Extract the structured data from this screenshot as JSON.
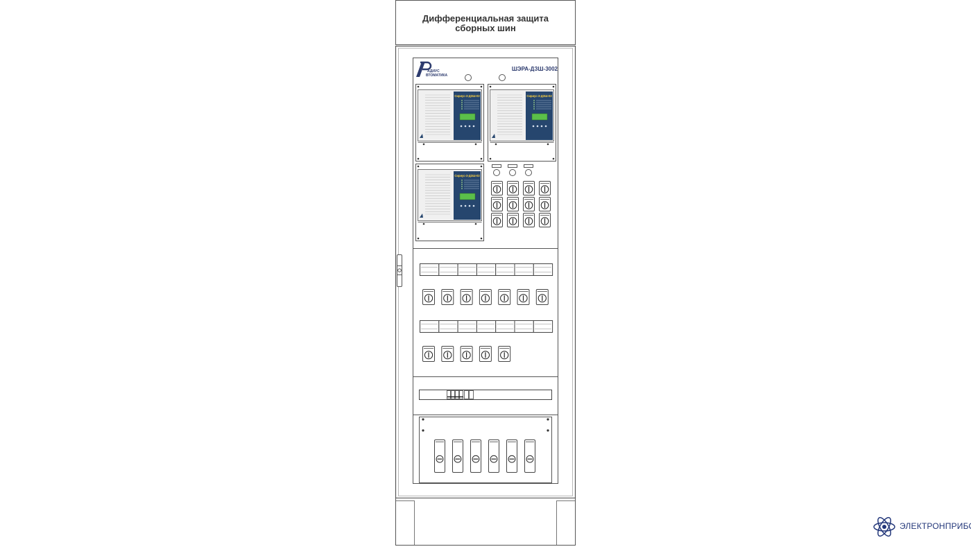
{
  "cabinet": {
    "title_line1": "Дифференциальная защита",
    "title_line2": "сборных шин",
    "model": "ШЭРА-ДЗШ-3002",
    "manufacturer_logo_lines": [
      "АДИУС",
      "ВТОМАТИКА"
    ]
  },
  "relays": [
    {
      "screen_title": "Сириус-3-ДЗШ-02"
    },
    {
      "screen_title": "Сириус-3-ДЗШ-02"
    },
    {
      "screen_title": "Сириус-3-ДЗШ-02"
    }
  ],
  "brand": {
    "name": "ЭЛЕКТРОНПРИБОР"
  },
  "colors": {
    "relay_screen": "#26466e",
    "relay_display": "#5bbf4a",
    "accent_text": "#2d3b6e",
    "brand": "#23377a",
    "outline": "#555555"
  }
}
